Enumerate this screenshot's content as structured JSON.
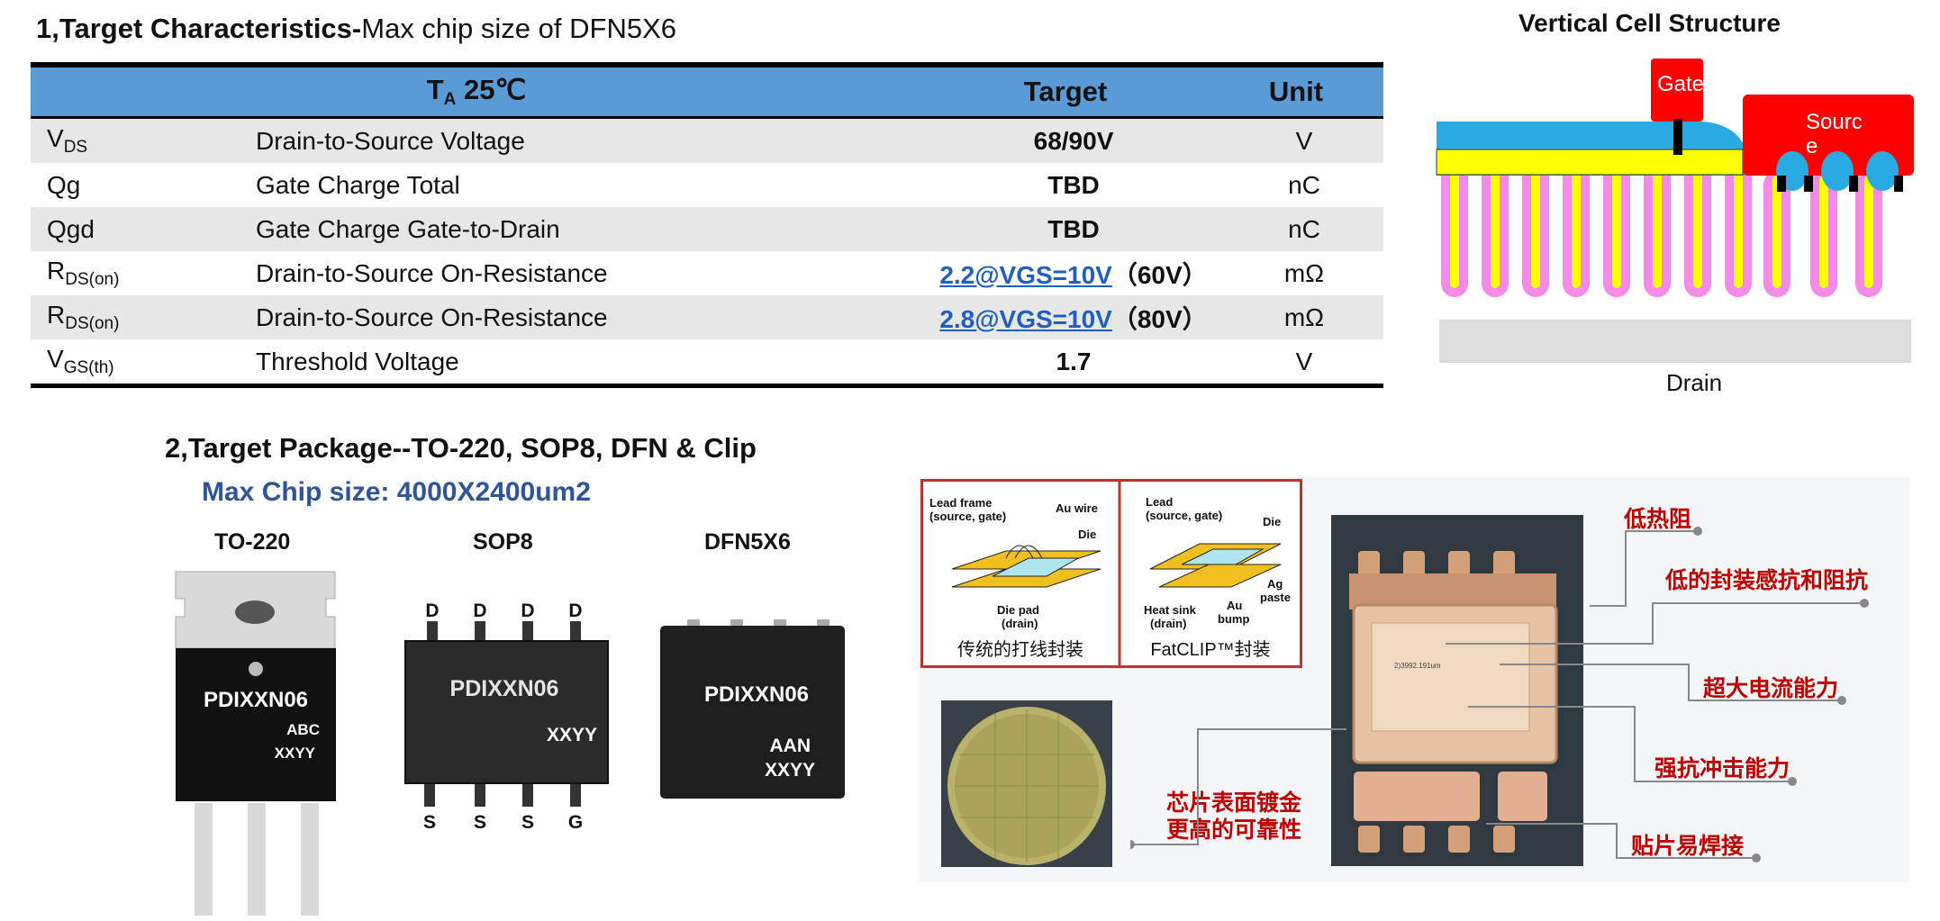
{
  "section1": {
    "title_bold": "1,Target Characteristics-",
    "title_rest": "Max chip size of DFN5X6"
  },
  "table": {
    "header": {
      "cond_main": "T",
      "cond_sub": "A",
      "cond_rest": " 25℃",
      "target": "Target",
      "unit": "Unit"
    },
    "rows": [
      {
        "sym": "V",
        "sub": "DS",
        "desc": "Drain-to-Source Voltage",
        "target": "68/90V",
        "unit": "V"
      },
      {
        "sym": "Qg",
        "sub": "",
        "desc": "Gate Charge Total",
        "target": "TBD",
        "unit": "nC"
      },
      {
        "sym": "Qgd",
        "sub": "",
        "desc": "Gate Charge Gate-to-Drain",
        "target": "TBD",
        "unit": "nC"
      },
      {
        "sym": "R",
        "sub": "DS(on)",
        "desc": "Drain-to-Source On-Resistance",
        "target_link": "2.2@VGS=10V",
        "target_suffix": "（60V）",
        "unit": "mΩ"
      },
      {
        "sym": "R",
        "sub": "DS(on)",
        "desc": "Drain-to-Source On-Resistance",
        "target_link": "2.8@VGS=10V",
        "target_suffix": "（80V）",
        "unit": "mΩ"
      },
      {
        "sym": "V",
        "sub": "GS(th)",
        "desc": "Threshold Voltage",
        "target": "1.7",
        "unit": "V"
      }
    ]
  },
  "cell_structure": {
    "title": "Vertical Cell Structure",
    "gate": "Gate",
    "source_1": "Sourc",
    "source_2": "e",
    "drain": "Drain"
  },
  "section2": {
    "title": "2,Target Package--TO-220, SOP8, DFN & Clip",
    "max_chip": "Max Chip size: 4000X2400um2"
  },
  "packages": {
    "to220": {
      "name": "TO-220",
      "line1": "PDIXXN06",
      "line2": "ABC",
      "line3": "XXYY"
    },
    "sop8": {
      "name": "SOP8",
      "top_pins": [
        "D",
        "D",
        "D",
        "D"
      ],
      "bottom_pins": [
        "S",
        "S",
        "S",
        "G"
      ],
      "line1": "PDIXXN06",
      "line2": "XXYY"
    },
    "dfn": {
      "name": "DFN5X6",
      "line1": "PDIXXN06",
      "line2": "AAN",
      "line3": "XXYY"
    }
  },
  "clip": {
    "left": {
      "lead": "Lead frame",
      "lead2": "(source, gate)",
      "wire": "Au wire",
      "die": "Die",
      "pad": "Die pad",
      "pad2": "(drain)",
      "caption": "传统的打线封装"
    },
    "right": {
      "lead": "Lead",
      "lead2": "(source, gate)",
      "die": "Die",
      "ag": "Ag",
      "ag2": "paste",
      "heat": "Heat sink",
      "heat2": "(drain)",
      "au": "Au",
      "au2": "bump",
      "caption": "FatCLIP™封装"
    },
    "wafer_1": "芯片表面镀金",
    "wafer_2": "更高的可靠性",
    "die_text": "2)3992.191um",
    "features": [
      "低热阻",
      "低的封装感抗和阻抗",
      "超大电流能力",
      "强抗冲击能力",
      "贴片易焊接"
    ]
  }
}
